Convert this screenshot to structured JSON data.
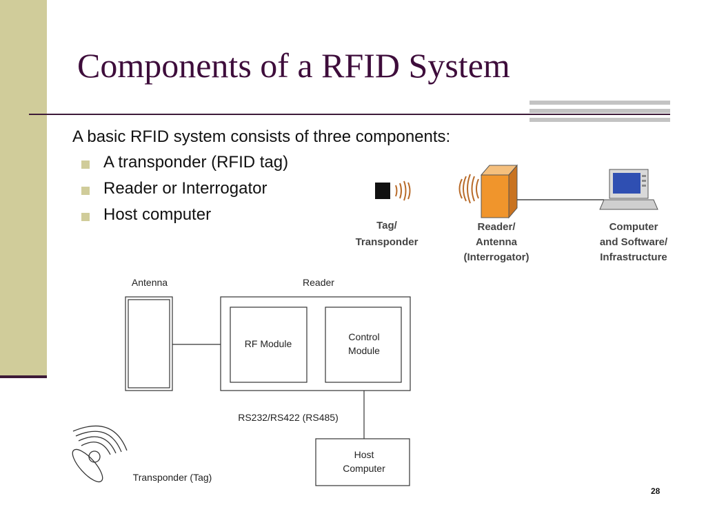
{
  "slide": {
    "title": "Components of a RFID System",
    "intro": "A basic RFID system consists of three components:",
    "bullets": [
      "A transponder (RFID tag)",
      "Reader or Interrogator",
      "Host computer"
    ],
    "page_number": "28"
  },
  "top_diagram": {
    "tag_label": [
      "Tag/",
      "Transponder"
    ],
    "reader_label": [
      "Reader/",
      "Antenna",
      "(Interrogator)"
    ],
    "computer_label": [
      "Computer",
      "and Software/",
      "Infrastructure"
    ]
  },
  "block_diagram": {
    "antenna_label": "Antenna",
    "reader_label": "Reader",
    "rf_module_label": "RF Module",
    "control_module_label": [
      "Control",
      "Module"
    ],
    "interface_label": "RS232/RS422 (RS485)",
    "host_label": [
      "Host",
      "Computer"
    ],
    "transponder_label": "Transponder (Tag)"
  },
  "colors": {
    "title": "#3e0d3b",
    "sidebar": "#d0cc9a",
    "rule": "#3d1a38",
    "reader_box": "#f0952c",
    "screen": "#2f4fb2"
  }
}
